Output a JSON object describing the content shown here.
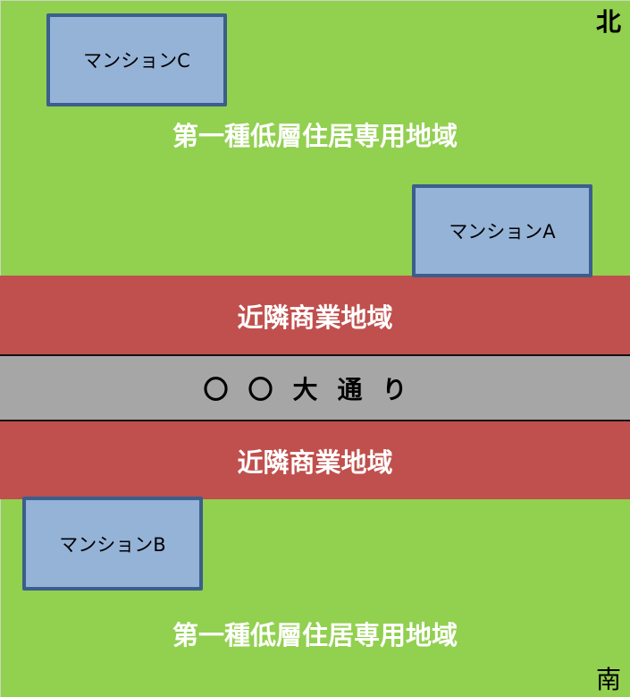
{
  "colors": {
    "residential_zone": "#92D050",
    "commercial_zone": "#C0504D",
    "road": "#A6A6A6",
    "building_fill": "#95B3D7",
    "building_border": "#3B5E8C"
  },
  "compass": {
    "north": "北",
    "south": "南"
  },
  "zones": {
    "north_residential": "第一種低層住居専用地域",
    "north_commercial": "近隣商業地域",
    "road": "〇〇大通り",
    "south_commercial": "近隣商業地域",
    "south_residential": "第一種低層住居専用地域"
  },
  "buildings": {
    "mansion_c": "マンションC",
    "mansion_a": "マンションA",
    "mansion_b": "マンションB"
  }
}
